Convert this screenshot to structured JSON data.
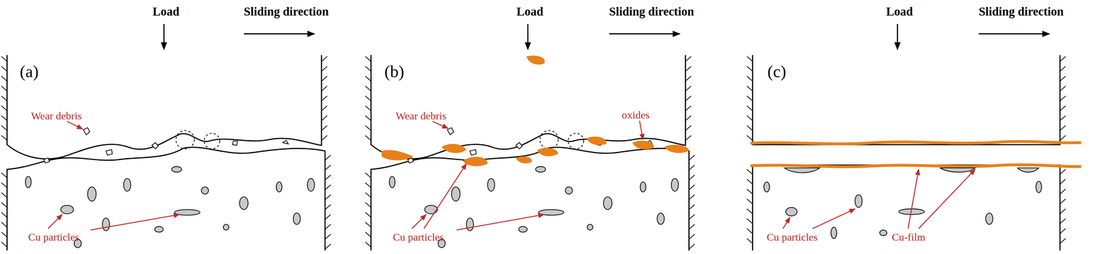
{
  "diagram": {
    "labels": [
      "(a)",
      "Load",
      "Sliding direction",
      "Wear debris",
      "Cu particles",
      "(b)",
      "Load",
      "Sliding direction",
      "Wear debris",
      "oxides",
      "Cu particles",
      "(c)",
      "Load",
      "Sliding direction",
      "Cu particles",
      "Cu-film"
    ]
  }
}
